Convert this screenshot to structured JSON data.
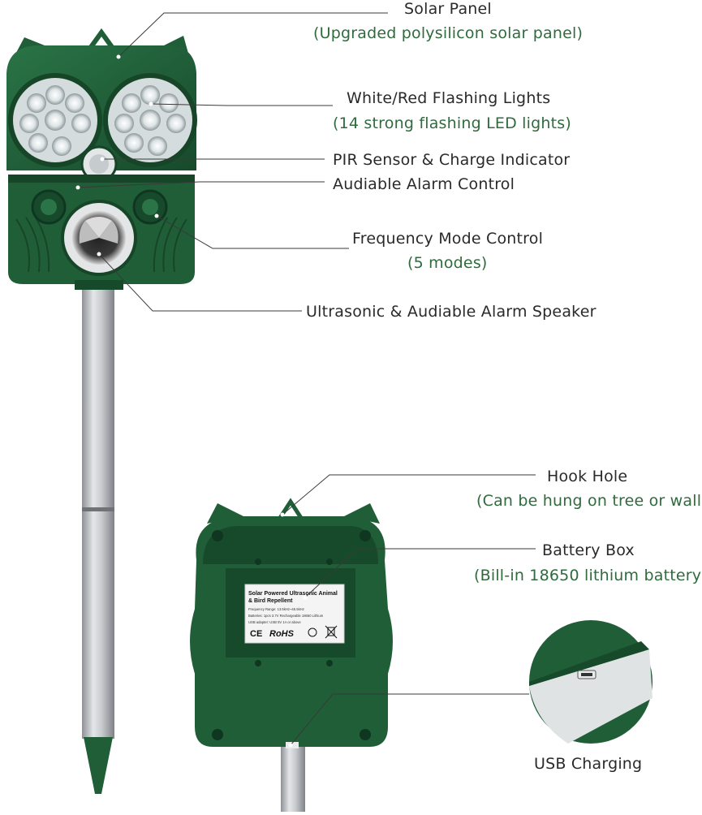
{
  "callouts": {
    "solar_panel": {
      "title": "Solar Panel",
      "detail": "(Upgraded polysilicon solar panel)"
    },
    "lights": {
      "title": "White/Red Flashing Lights",
      "detail": "(14 strong flashing LED lights)"
    },
    "pir": {
      "title": "PIR Sensor & Charge Indicator"
    },
    "alarm_control": {
      "title": "Audiable Alarm Control"
    },
    "frequency": {
      "title": "Frequency Mode Control",
      "detail": "(5 modes)"
    },
    "speaker": {
      "title": "Ultrasonic & Audiable Alarm Speaker"
    },
    "hook": {
      "title": "Hook Hole",
      "detail": "(Can be hung on tree or wall)"
    },
    "battery": {
      "title": "Battery Box",
      "detail": "(Bill-in 18650 lithium battery)"
    },
    "usb": {
      "title": "USB Charging"
    }
  },
  "product_label": {
    "line1": "Solar Powered Ultrasonic Animal",
    "line2": "& Bird Repellent",
    "line3": "Frequency Range: 13.5kHz~45.5kHz",
    "line4": "Batteries: 1pcs 3.7V Rechargeable 18650 Lithium",
    "line5": "USB adapter: USB 5V 1A or above",
    "ce": "CE",
    "rohs": "RoHS"
  },
  "colors": {
    "device_green": "#1f5e37",
    "device_dark": "#174a2b",
    "text_dark": "#2a2a2a",
    "text_green": "#2f6b3d",
    "pole": "#b8bcc0"
  }
}
